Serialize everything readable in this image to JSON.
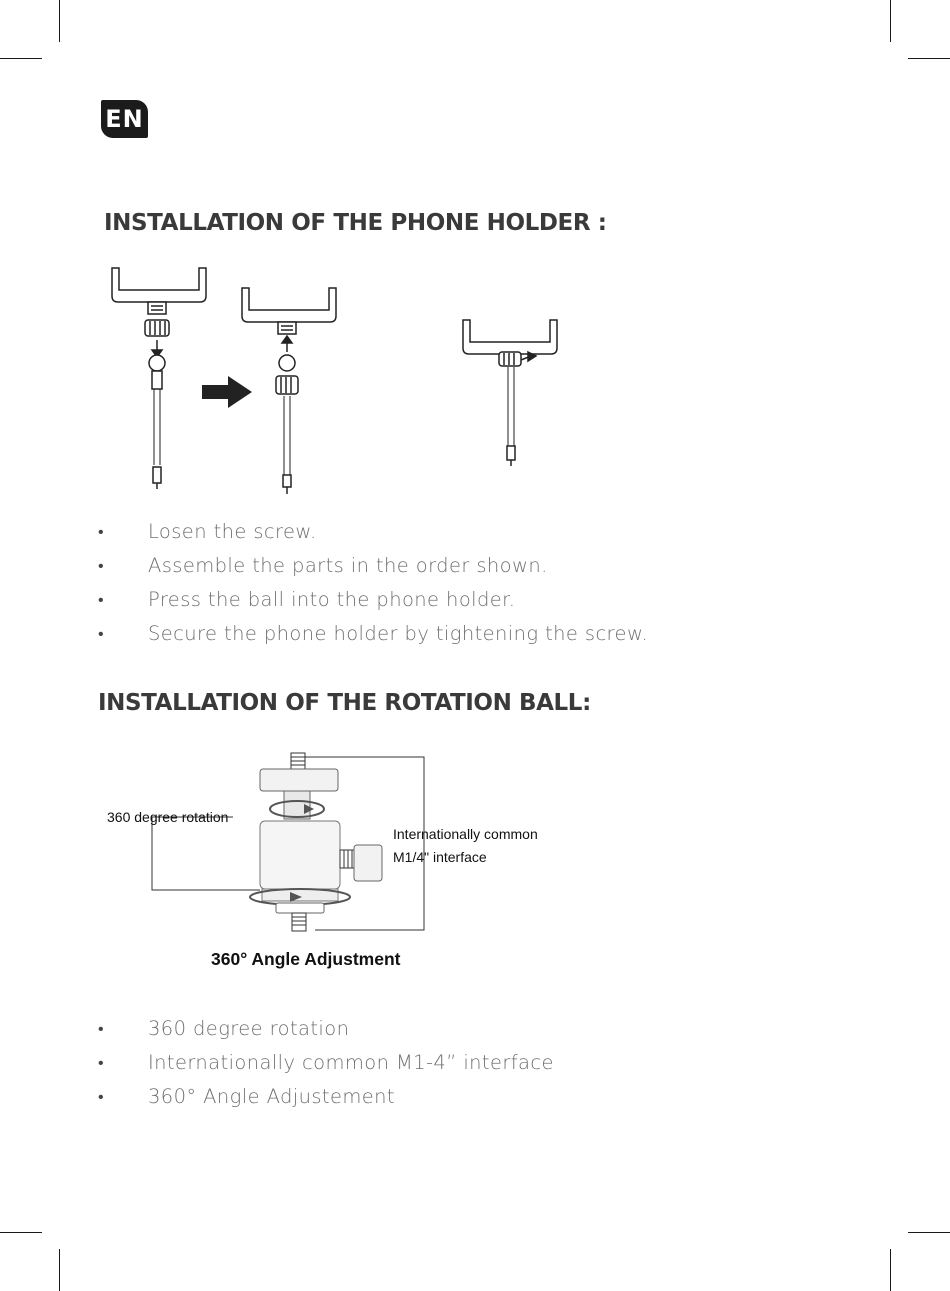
{
  "lang_badge": "EN",
  "section1": {
    "title": "INSTALLATION OF THE PHONE HOLDER :",
    "steps": [
      "Losen the screw.",
      "Assemble the parts in the order shown.",
      "Press the ball into the phone holder.",
      "Secure the phone holder by tightening the screw."
    ]
  },
  "section2": {
    "title": "INSTALLATION OF THE ROTATION BALL:",
    "diagram": {
      "label_rotation": "360 degree rotation",
      "label_interface_line1": "Internationally common",
      "label_interface_line2": "M1/4\" interface",
      "caption": "360° Angle Adjustment"
    },
    "features": [
      "360 degree rotation",
      "Internationally common M1-4” interface",
      "360° Angle Adjustement"
    ]
  },
  "bullet_char": "•"
}
